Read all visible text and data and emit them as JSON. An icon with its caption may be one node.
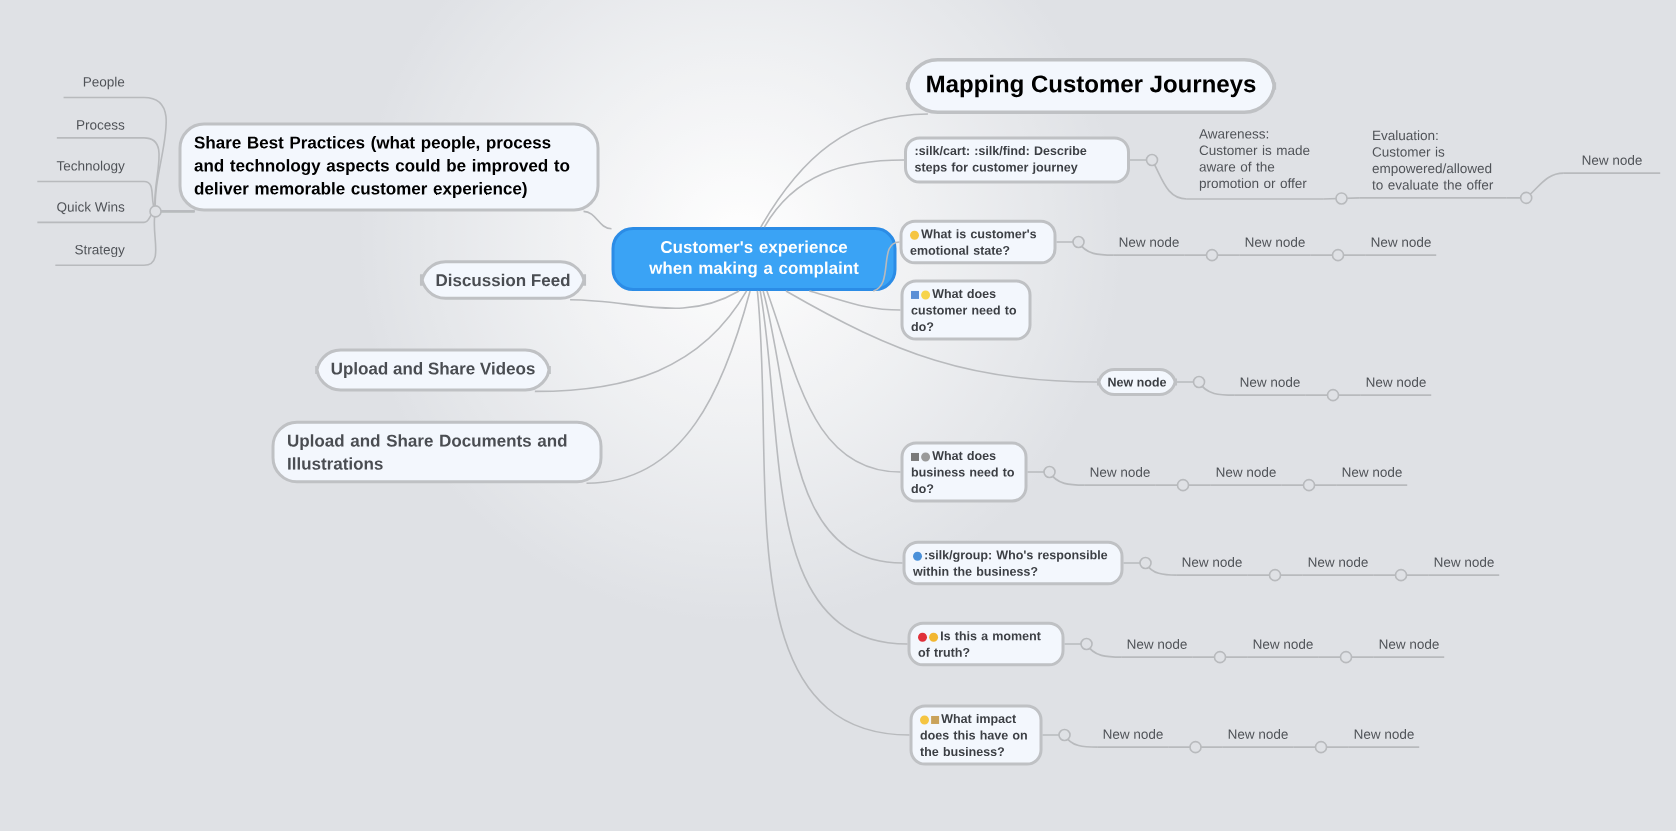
{
  "diagram": {
    "nodes": [
      {
        "text": [
          "Customer's experience when making a complaint"
        ]
      },
      {
        "text": [
          "Mapping Customer Journeys"
        ]
      },
      {
        "text": [
          ":silk/cart: :silk/find: Describe steps for customer journey"
        ]
      },
      {
        "text": [
          "Awareness: Customer is made aware of the promotion or offer"
        ]
      },
      {
        "text": [
          "Evaluation: Customer is empowered/allowed to evaluate the offer"
        ]
      },
      {
        "text": [
          "New node"
        ]
      },
      {
        "text": [
          "What is customer's emotional state?"
        ]
      },
      {
        "text": [
          "New node"
        ]
      },
      {
        "text": [
          "New node"
        ]
      },
      {
        "text": [
          "New node"
        ]
      },
      {
        "text": [
          "What does customer need to do?"
        ]
      },
      {
        "text": [
          "New node"
        ]
      },
      {
        "text": [
          "New node"
        ]
      },
      {
        "text": [
          "New node"
        ]
      },
      {
        "text": [
          "What does business need to do?"
        ]
      },
      {
        "text": [
          "New node"
        ]
      },
      {
        "text": [
          "New node"
        ]
      },
      {
        "text": [
          "New node"
        ]
      },
      {
        "text": [
          ":silk/group: Who's responsible within the business?"
        ]
      },
      {
        "text": [
          "New node"
        ]
      },
      {
        "text": [
          "New node"
        ]
      },
      {
        "text": [
          "New node"
        ]
      },
      {
        "text": [
          "Is this a moment of truth?"
        ]
      },
      {
        "text": [
          "New node"
        ]
      },
      {
        "text": [
          "New node"
        ]
      },
      {
        "text": [
          "New node"
        ]
      },
      {
        "text": [
          "What impact does this have on the business?"
        ]
      },
      {
        "text": [
          "New node"
        ]
      },
      {
        "text": [
          "New node"
        ]
      },
      {
        "text": [
          "New node"
        ]
      },
      {
        "text": [
          "Share Best Practices (what people, process and technology aspects could be improved to deliver memorable customer experience)"
        ]
      },
      {
        "text": [
          "People"
        ]
      },
      {
        "text": [
          "Process"
        ]
      },
      {
        "text": [
          "Technology"
        ]
      },
      {
        "text": [
          "Quick Wins"
        ]
      },
      {
        "text": [
          "Strategy"
        ]
      },
      {
        "text": [
          "Discussion Feed"
        ]
      },
      {
        "text": [
          "Upload and Share Videos"
        ]
      },
      {
        "text": [
          "Upload and Share Documents and Illustrations"
        ]
      }
    ],
    "edges": [
      {
        "from": 0,
        "to": 1,
        "arrow": "none"
      },
      {
        "from": 0,
        "to": 2,
        "arrow": "none"
      },
      {
        "from": 2,
        "to": 3,
        "arrow": "none"
      },
      {
        "from": 3,
        "to": 4,
        "arrow": "none"
      },
      {
        "from": 4,
        "to": 5,
        "arrow": "none"
      },
      {
        "from": 0,
        "to": 6,
        "arrow": "none"
      },
      {
        "from": 6,
        "to": 7,
        "arrow": "none"
      },
      {
        "from": 7,
        "to": 8,
        "arrow": "none"
      },
      {
        "from": 8,
        "to": 9,
        "arrow": "none"
      },
      {
        "from": 0,
        "to": 10,
        "arrow": "none"
      },
      {
        "from": 0,
        "to": 11,
        "arrow": "none"
      },
      {
        "from": 11,
        "to": 12,
        "arrow": "none"
      },
      {
        "from": 12,
        "to": 13,
        "arrow": "none"
      },
      {
        "from": 0,
        "to": 14,
        "arrow": "none"
      },
      {
        "from": 14,
        "to": 15,
        "arrow": "none"
      },
      {
        "from": 15,
        "to": 16,
        "arrow": "none"
      },
      {
        "from": 16,
        "to": 17,
        "arrow": "none"
      },
      {
        "from": 0,
        "to": 18,
        "arrow": "none"
      },
      {
        "from": 18,
        "to": 19,
        "arrow": "none"
      },
      {
        "from": 19,
        "to": 20,
        "arrow": "none"
      },
      {
        "from": 20,
        "to": 21,
        "arrow": "none"
      },
      {
        "from": 0,
        "to": 22,
        "arrow": "none"
      },
      {
        "from": 22,
        "to": 23,
        "arrow": "none"
      },
      {
        "from": 23,
        "to": 24,
        "arrow": "none"
      },
      {
        "from": 24,
        "to": 25,
        "arrow": "none"
      },
      {
        "from": 0,
        "to": 26,
        "arrow": "none"
      },
      {
        "from": 26,
        "to": 27,
        "arrow": "none"
      },
      {
        "from": 27,
        "to": 28,
        "arrow": "none"
      },
      {
        "from": 28,
        "to": 29,
        "arrow": "none"
      },
      {
        "from": 0,
        "to": 30,
        "arrow": "none"
      },
      {
        "from": 30,
        "to": 31,
        "arrow": "none"
      },
      {
        "from": 30,
        "to": 32,
        "arrow": "none"
      },
      {
        "from": 30,
        "to": 33,
        "arrow": "none"
      },
      {
        "from": 30,
        "to": 34,
        "arrow": "none"
      },
      {
        "from": 30,
        "to": 35,
        "arrow": "none"
      },
      {
        "from": 0,
        "to": 36,
        "arrow": "none"
      },
      {
        "from": 0,
        "to": 37,
        "arrow": "none"
      },
      {
        "from": 0,
        "to": 38,
        "arrow": "none"
      }
    ]
  }
}
